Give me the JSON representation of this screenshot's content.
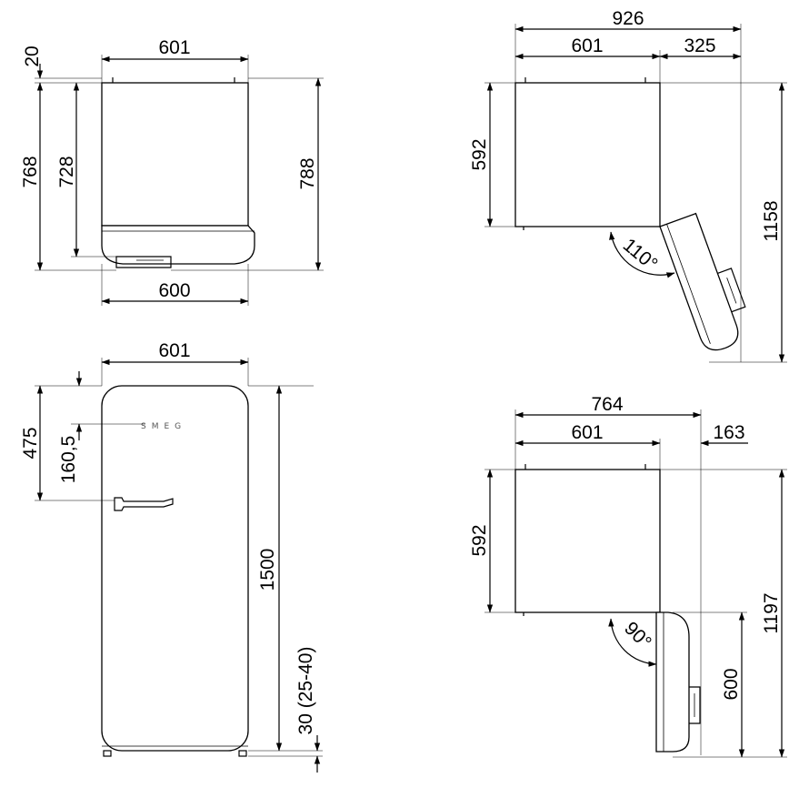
{
  "top_view_closed": {
    "width_top": "601",
    "width_bottom": "600",
    "top_offset": "20",
    "depth_overall": "768",
    "depth_body": "728",
    "depth_with_handle": "788"
  },
  "front_view": {
    "width": "601",
    "logo": "SMEG",
    "handle_from_top": "475",
    "logo_from_top": "160,5",
    "height": "1500",
    "feet": "30 (25-40)"
  },
  "top_view_open_110": {
    "overall_width": "926",
    "body_width": "601",
    "door_extension": "325",
    "body_depth": "592",
    "overall_depth": "1158",
    "angle": "110°"
  },
  "top_view_open_90": {
    "overall_width": "764",
    "body_width": "601",
    "door_extension": "163",
    "body_depth": "592",
    "overall_depth": "1197",
    "door_depth": "600",
    "angle": "90°"
  }
}
